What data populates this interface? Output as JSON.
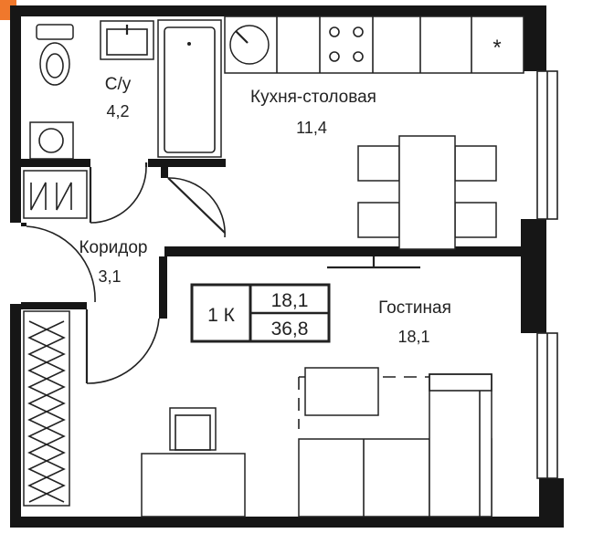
{
  "rooms": {
    "bathroom": {
      "name": "С/у",
      "area": "4,2"
    },
    "kitchen": {
      "name": "Кухня-столовая",
      "area": "11,4"
    },
    "corridor": {
      "name": "Коридор",
      "area": "3,1"
    },
    "living": {
      "name": "Гостиная",
      "area": "18,1"
    }
  },
  "badge": {
    "rooms": "1 К",
    "living_area": "18,1",
    "total_area": "36,8"
  },
  "icons": {
    "fridge": "*"
  },
  "colors": {
    "wall": "#161616",
    "line": "#222222",
    "corner_accent": "#f0782c"
  }
}
